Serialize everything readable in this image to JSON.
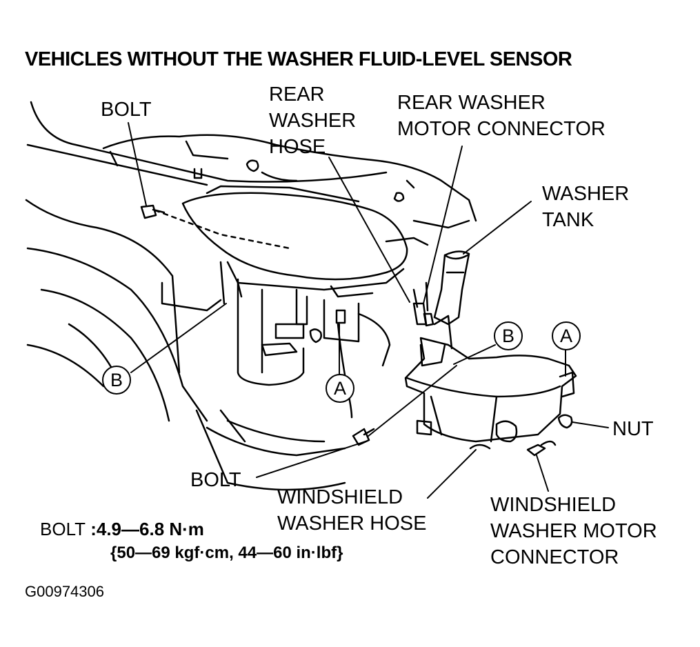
{
  "title": "VEHICLES WITHOUT THE WASHER FLUID-LEVEL SENSOR",
  "labels": {
    "bolt_top": "BOLT",
    "rear_washer_hose": [
      "REAR",
      "WASHER",
      "HOSE"
    ],
    "rear_washer_motor_connector": [
      "REAR WASHER",
      "MOTOR CONNECTOR"
    ],
    "washer_tank": [
      "WASHER",
      "TANK"
    ],
    "nut": "NUT",
    "bolt_bottom": "BOLT",
    "windshield_washer_hose": [
      "WINDSHIELD",
      "WASHER HOSE"
    ],
    "windshield_washer_motor_connector": [
      "WINDSHIELD",
      "WASHER MOTOR",
      "CONNECTOR"
    ]
  },
  "markers": {
    "b_left": "B",
    "a_center": "A",
    "b_right": "B",
    "a_right": "A"
  },
  "torque": {
    "label": "BOLT",
    "value": " :4.9—6.8 N·m",
    "alt": "{50—69 kgf·cm, 44—60 in·lbf}"
  },
  "figure_code": "G00974306"
}
